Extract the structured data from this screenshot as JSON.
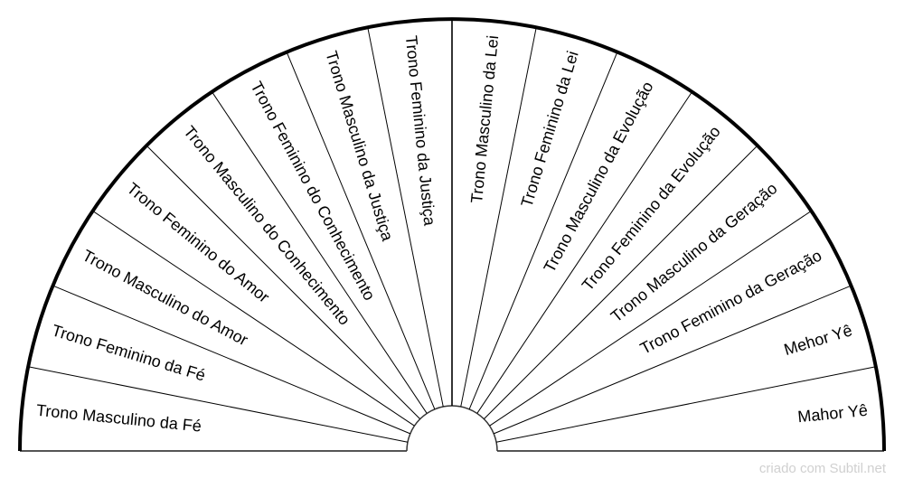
{
  "chart_data": {
    "type": "pendulum-semicircle",
    "segments": [
      "Trono Masculino da Fé",
      "Trono Feminino da Fé",
      "Trono Masculino do Amor",
      "Trono Feminino do Amor",
      "Trono Masculino do Conhecimento",
      "Trono Feminino do Conhecimento",
      "Trono Masculino da Justiça",
      "Trono Feminino da Justiça",
      "Trono Masculino da Lei",
      "Trono Feminino da Lei",
      "Trono Masculino da Evolução",
      "Trono Feminino da Evolução",
      "Trono Masculino da Geração",
      "Trono Feminino da Geração",
      "Mehor Yê",
      "Mahor Yê"
    ]
  },
  "footer": {
    "credit": "criado com Subtil.net"
  },
  "colors": {
    "line": "#000000",
    "credit": "#d0d0d0"
  }
}
